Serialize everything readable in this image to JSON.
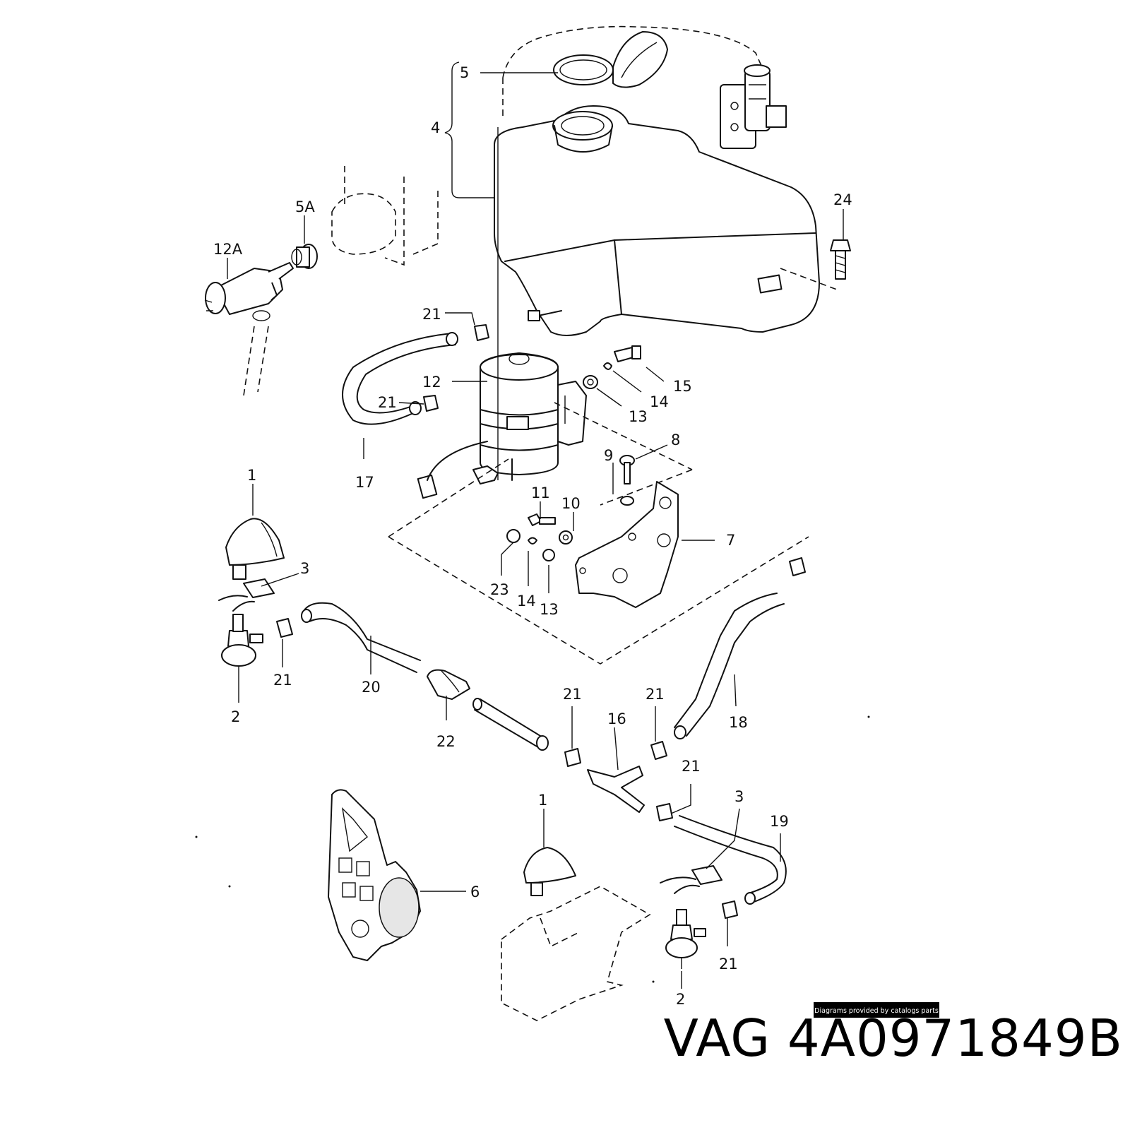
{
  "diagram": {
    "callouts": [
      {
        "id": "c5",
        "text": "5"
      },
      {
        "id": "c4",
        "text": "4"
      },
      {
        "id": "c5a",
        "text": "5A"
      },
      {
        "id": "c12a",
        "text": "12A"
      },
      {
        "id": "c24",
        "text": "24"
      },
      {
        "id": "c21a",
        "text": "21"
      },
      {
        "id": "c12",
        "text": "12"
      },
      {
        "id": "c21b",
        "text": "21"
      },
      {
        "id": "c15",
        "text": "15"
      },
      {
        "id": "c14a",
        "text": "14"
      },
      {
        "id": "c13a",
        "text": "13"
      },
      {
        "id": "c8",
        "text": "8"
      },
      {
        "id": "c9",
        "text": "9"
      },
      {
        "id": "c17",
        "text": "17"
      },
      {
        "id": "c1a",
        "text": "1"
      },
      {
        "id": "c11",
        "text": "11"
      },
      {
        "id": "c10",
        "text": "10"
      },
      {
        "id": "c7",
        "text": "7"
      },
      {
        "id": "c3a",
        "text": "3"
      },
      {
        "id": "c23",
        "text": "23"
      },
      {
        "id": "c14b",
        "text": "14"
      },
      {
        "id": "c13b",
        "text": "13"
      },
      {
        "id": "c21c",
        "text": "21"
      },
      {
        "id": "c20",
        "text": "20"
      },
      {
        "id": "c2a",
        "text": "2"
      },
      {
        "id": "c22",
        "text": "22"
      },
      {
        "id": "c21d",
        "text": "21"
      },
      {
        "id": "c16",
        "text": "16"
      },
      {
        "id": "c21e",
        "text": "21"
      },
      {
        "id": "c18",
        "text": "18"
      },
      {
        "id": "c21f",
        "text": "21"
      },
      {
        "id": "c1b",
        "text": "1"
      },
      {
        "id": "c3b",
        "text": "3"
      },
      {
        "id": "c19",
        "text": "19"
      },
      {
        "id": "c6",
        "text": "6"
      },
      {
        "id": "c21g",
        "text": "21"
      },
      {
        "id": "c2b",
        "text": "2"
      }
    ],
    "credit": "Diagrams provided by catalogs parts"
  },
  "part_title": "VAG 4A0971849B"
}
